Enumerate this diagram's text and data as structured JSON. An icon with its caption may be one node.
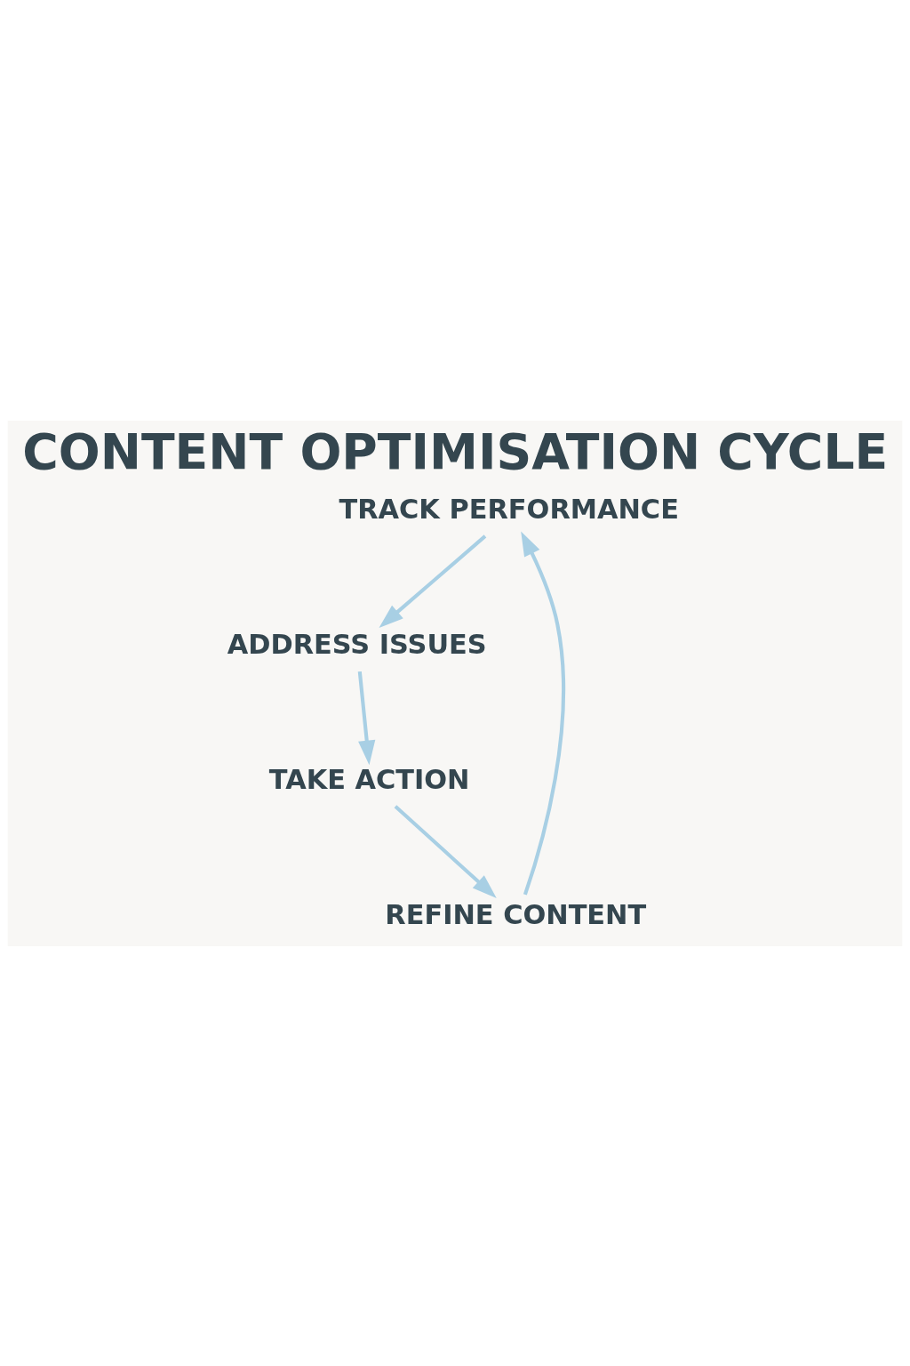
{
  "diagram": {
    "title": "CONTENT OPTIMISATION CYCLE",
    "nodes": [
      {
        "text": [
          "TRACK PERFORMANCE"
        ]
      },
      {
        "text": [
          "REFINE CONTENT"
        ]
      },
      {
        "text": [
          "TAKE ACTION"
        ]
      },
      {
        "text": [
          "ADDRESS ISSUES"
        ]
      }
    ],
    "edges": [
      {
        "from": 0,
        "to": 3,
        "arrow": "to"
      },
      {
        "from": 3,
        "to": 2,
        "arrow": "to"
      },
      {
        "from": 2,
        "to": 1,
        "arrow": "to"
      },
      {
        "from": 1,
        "to": 0,
        "arrow": "to"
      }
    ]
  }
}
